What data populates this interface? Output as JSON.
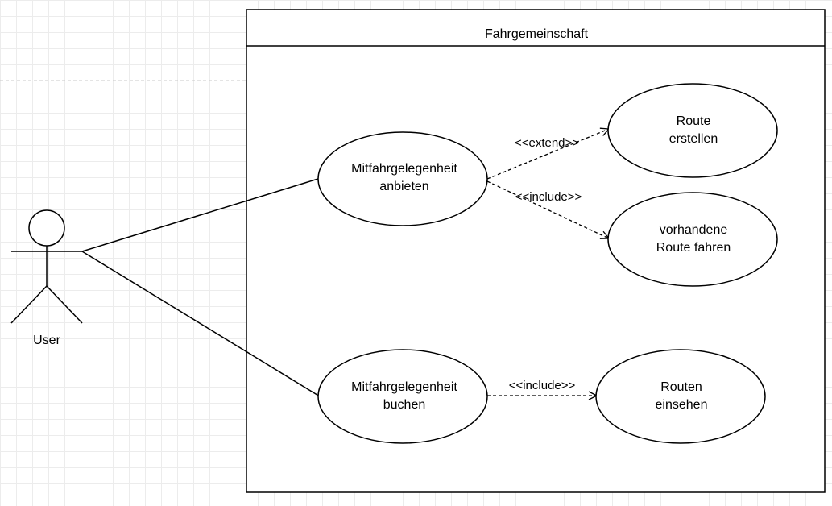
{
  "diagram": {
    "system": {
      "title": "Fahrgemeinschaft"
    },
    "actor": {
      "label": "User"
    },
    "use_cases": {
      "offer": {
        "lines": [
          "Mitfahrgelegenheit",
          "anbieten"
        ]
      },
      "create_route": {
        "lines": [
          "Route",
          "erstellen"
        ]
      },
      "existing_route": {
        "lines": [
          "vorhandene",
          "Route fahren"
        ]
      },
      "book": {
        "lines": [
          "Mitfahrgelegenheit",
          "buchen"
        ]
      },
      "view_routes": {
        "lines": [
          "Routen",
          "einsehen"
        ]
      }
    },
    "relations": {
      "extend_label": "<<extend>>",
      "include_label_1": "<<include>>",
      "include_label_2": "<<include>>"
    }
  }
}
